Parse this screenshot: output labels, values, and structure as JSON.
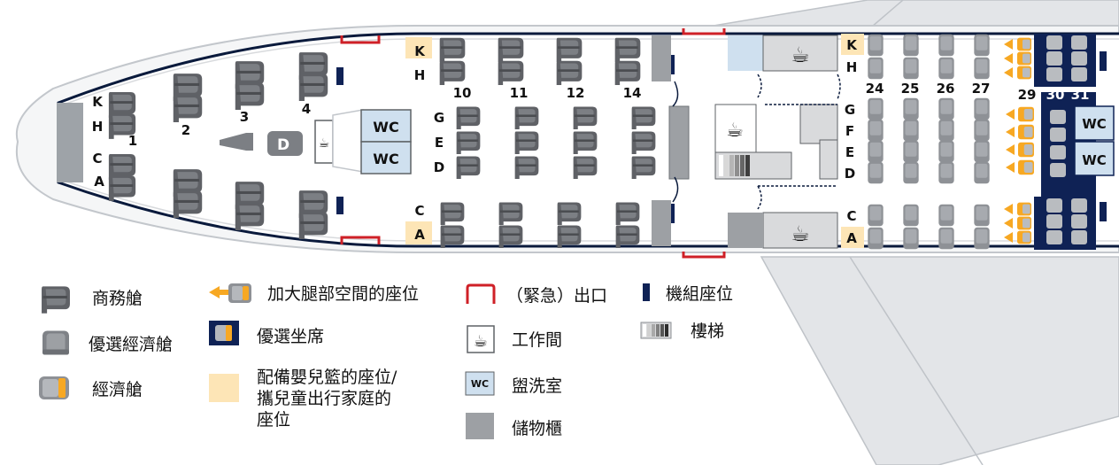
{
  "colors": {
    "business_seat": "#5f6166",
    "premium_seat": "#8a8d91",
    "economy_seat": "#9ea1a6",
    "economy_accent": "#f7a823",
    "cabin_wall": "#0a1a3c",
    "wing": "#e3e5e8",
    "fuselage": "#f2f3f5",
    "bassinet": "#fde5b6",
    "wc_fill": "#cfe0ef",
    "exit_red": "#cf2027",
    "storage": "#9da0a4",
    "galley_fill": "#d9dadc",
    "crew_seat": "#0f2255",
    "preferred_bg": "#0f2255"
  },
  "plan": {
    "column_labels": [
      "1",
      "2",
      "3",
      "4",
      "10",
      "11",
      "12",
      "14",
      "24",
      "25",
      "26",
      "27",
      "29",
      "30",
      "31"
    ],
    "seat_letters_front": [
      "K",
      "H",
      "C",
      "A"
    ],
    "seat_letters_mid_top": [
      "K",
      "H"
    ],
    "seat_letters_mid_center": [
      "G",
      "E",
      "D"
    ],
    "seat_letters_mid_bottom": [
      "C",
      "A"
    ],
    "seat_letters_rear_top": [
      "K",
      "H"
    ],
    "seat_letters_rear_center": [
      "G",
      "F",
      "E",
      "D"
    ],
    "seat_letters_rear_bottom": [
      "C",
      "A"
    ],
    "wc_label": "WC",
    "seat_d_label": "D"
  },
  "legend": [
    {
      "icon": "business-seat-icon",
      "label": "商務艙"
    },
    {
      "icon": "premium-economy-seat-icon",
      "label": "優選經濟艙"
    },
    {
      "icon": "economy-seat-icon",
      "label": "經濟艙"
    },
    {
      "icon": "extra-legroom-icon",
      "label": "加大腿部空間的座位"
    },
    {
      "icon": "preferred-seat-icon",
      "label": "優選坐席"
    },
    {
      "icon": "bassinet-icon",
      "label": "配備嬰兒籃的座位/攜兒童出行家庭的座位"
    },
    {
      "icon": "exit-icon",
      "label": "（緊急）出口"
    },
    {
      "icon": "galley-icon",
      "label": "工作間"
    },
    {
      "icon": "lavatory-icon",
      "label": "盥洗室"
    },
    {
      "icon": "storage-icon",
      "label": "儲物櫃"
    },
    {
      "icon": "crew-seat-icon",
      "label": "機組座位"
    },
    {
      "icon": "stairs-icon",
      "label": "樓梯"
    }
  ],
  "legend_wc_icon_text": "WC"
}
